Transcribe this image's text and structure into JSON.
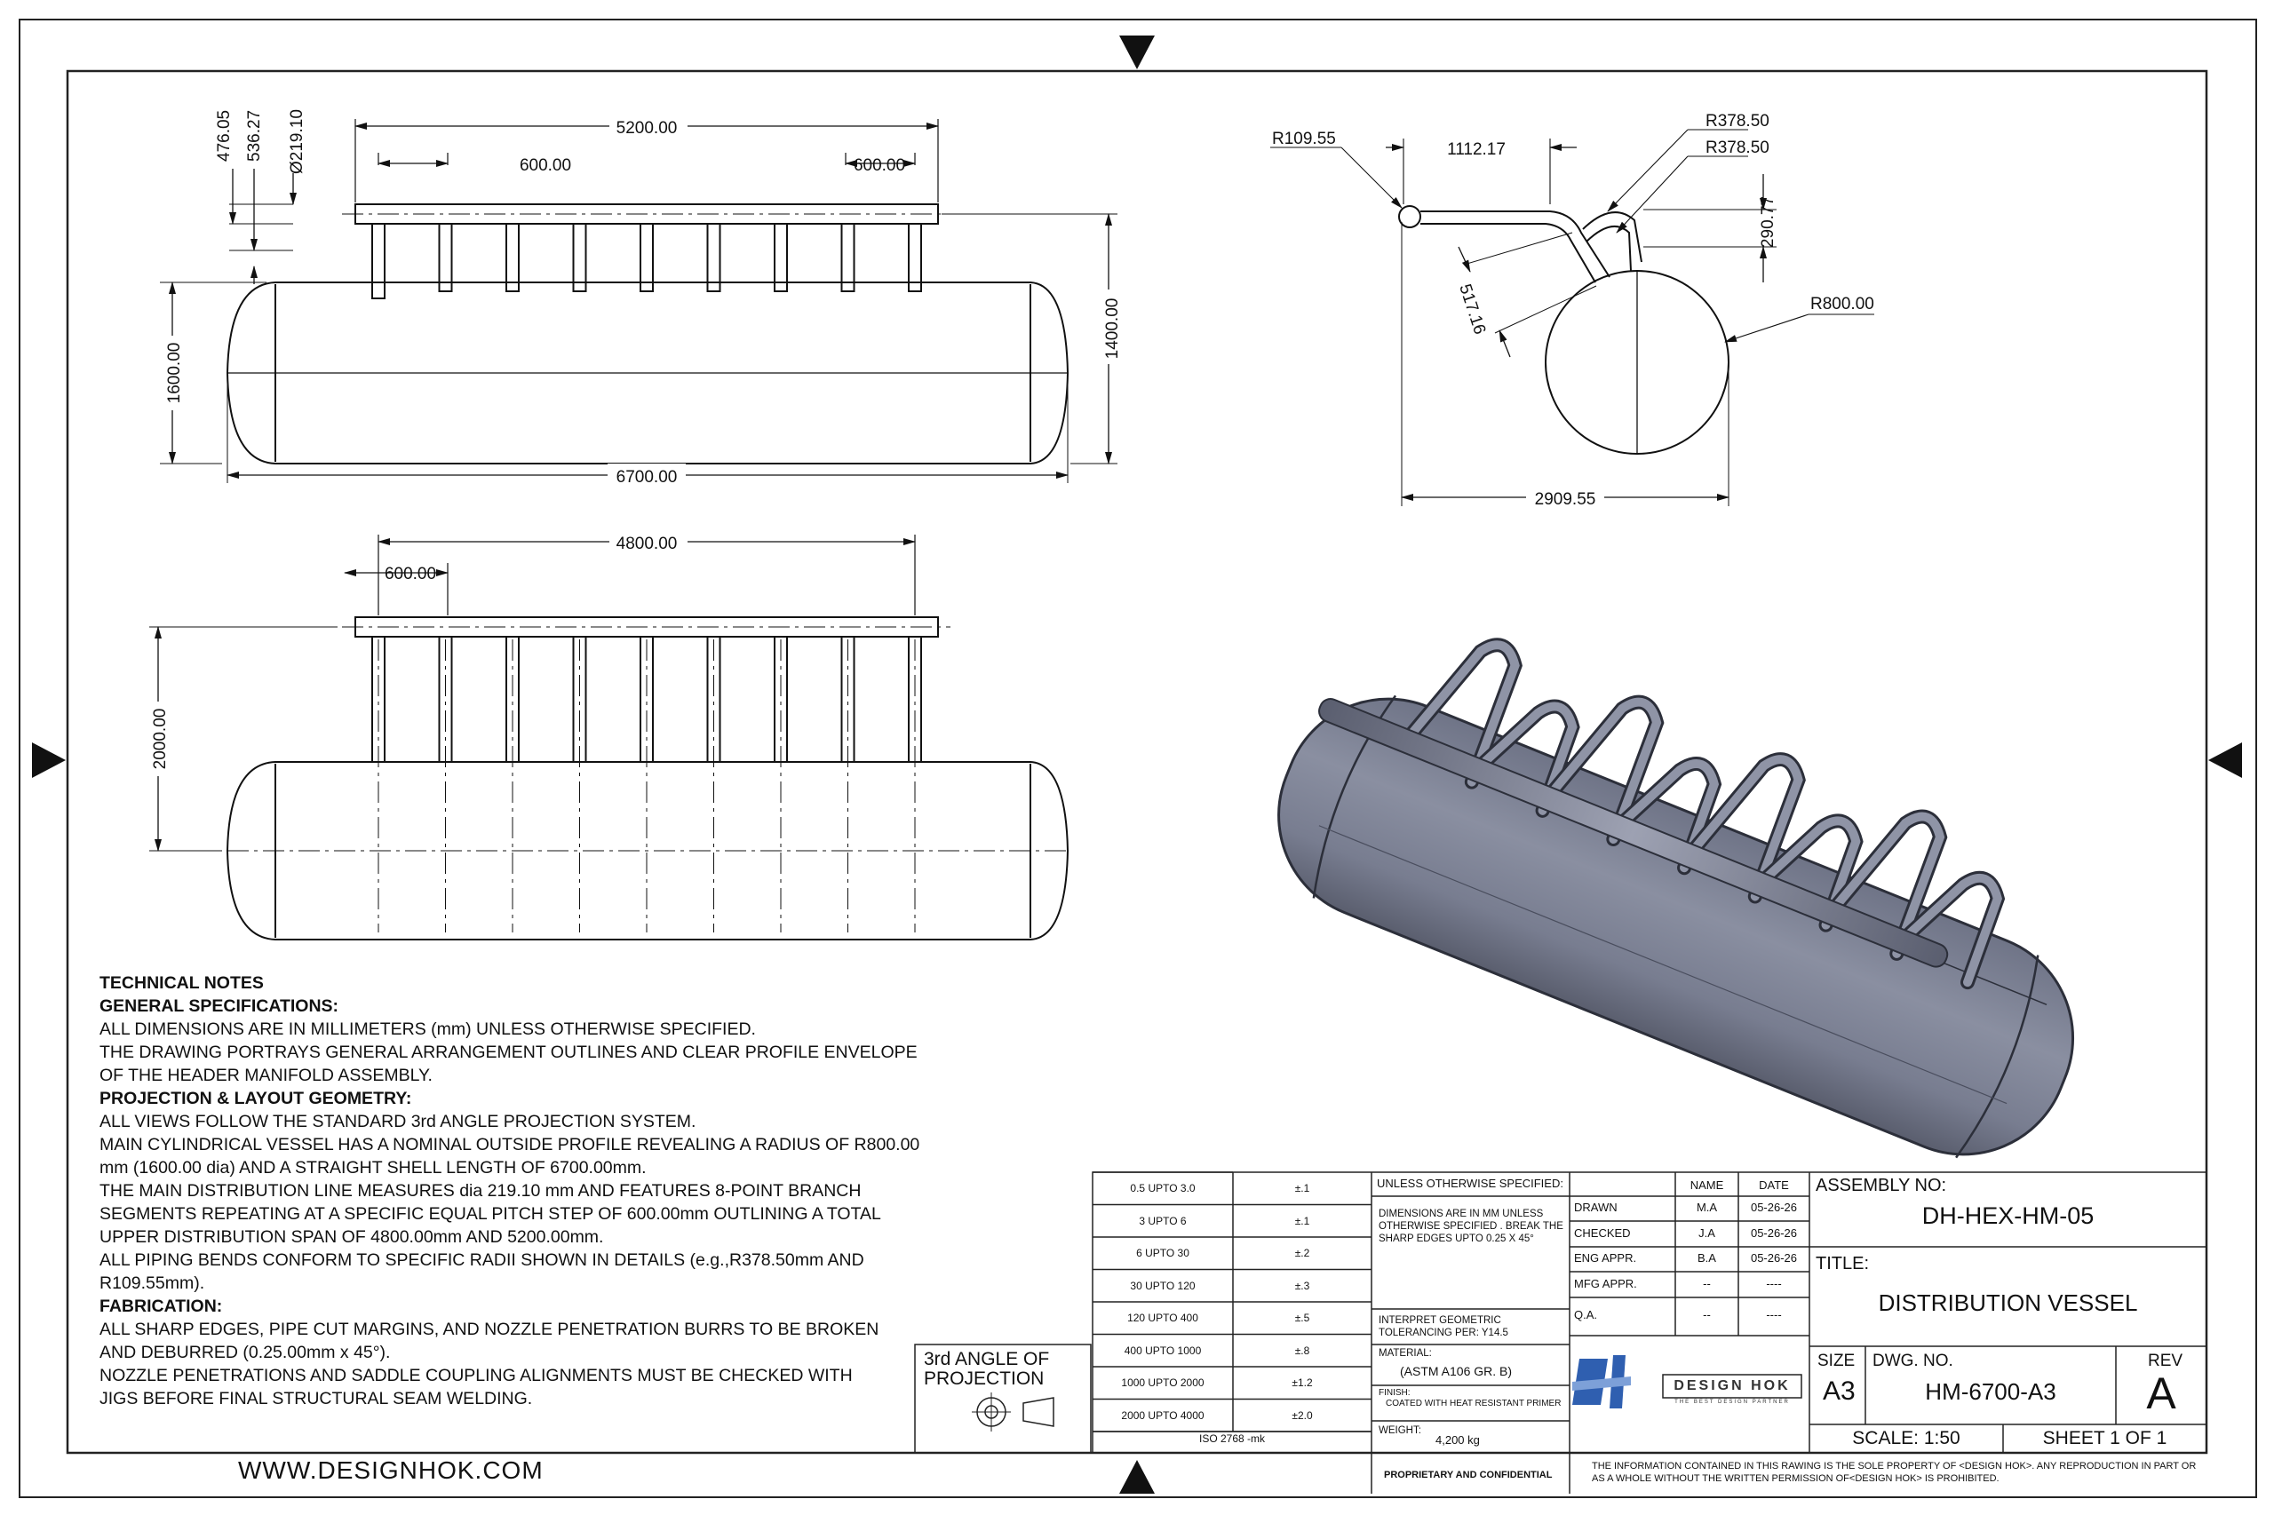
{
  "dimensions": {
    "front": {
      "overall_top": "5200.00",
      "pitch_left": "600.00",
      "pitch_right": "600.00",
      "d1": "476.05",
      "d2": "536.27",
      "pipe_dia": "Ø219.10",
      "height_right": "1400.00",
      "diameter_left": "1600.00",
      "length_bottom": "6700.00"
    },
    "top": {
      "overall_top": "4800.00",
      "pitch": "600.00",
      "height_left": "2000.00"
    },
    "side": {
      "r_small": "R109.55",
      "offset": "1112.17",
      "r_bend_1": "R378.50",
      "r_bend_2": "R378.50",
      "vertical": "290.77",
      "diagonal": "517.16",
      "r_shell": "R800.00",
      "width": "2909.55"
    }
  },
  "notes": {
    "title": "TECHNICAL NOTES",
    "general_heading": "GENERAL SPECIFICATIONS:",
    "general_1": "ALL DIMENSIONS ARE IN MILLIMETERS (mm) UNLESS OTHERWISE SPECIFIED.",
    "general_2": "THE DRAWING PORTRAYS GENERAL ARRANGEMENT OUTLINES AND CLEAR PROFILE ENVELOPE OF THE HEADER MANIFOLD ASSEMBLY.",
    "projection_heading": "PROJECTION & LAYOUT GEOMETRY:",
    "projection_1": "ALL VIEWS FOLLOW THE STANDARD 3rd ANGLE PROJECTION SYSTEM.",
    "projection_2": "MAIN CYLINDRICAL VESSEL HAS A NOMINAL OUTSIDE PROFILE REVEALING A RADIUS OF R800.00 mm (1600.00 dia) AND A STRAIGHT SHELL LENGTH OF 6700.00mm.",
    "projection_3": "THE MAIN DISTRIBUTION LINE MEASURES dia 219.10 mm AND FEATURES 8-POINT BRANCH SEGMENTS REPEATING AT A SPECIFIC EQUAL PITCH STEP OF 600.00mm OUTLINING A TOTAL UPPER DISTRIBUTION SPAN OF 4800.00mm AND 5200.00mm.",
    "projection_4": "ALL PIPING BENDS CONFORM TO SPECIFIC RADII SHOWN IN DETAILS (e.g.,R378.50mm AND R109.55mm).",
    "fabrication_heading": "FABRICATION:",
    "fabrication_1": "ALL SHARP EDGES, PIPE CUT MARGINS, AND NOZZLE PENETRATION BURRS TO BE BROKEN AND DEBURRED (0.25.00mm x 45°).",
    "fabrication_2": "NOZZLE PENETRATIONS AND SADDLE COUPLING ALIGNMENTS MUST BE CHECKED WITH JIGS BEFORE FINAL STRUCTURAL SEAM WELDING."
  },
  "projection_label": "3rd ANGLE OF PROJECTION",
  "tolerances": [
    {
      "range": "0.5 UPTO 3.0",
      "tol": "±.1"
    },
    {
      "range": "3 UPTO 6",
      "tol": "±.1"
    },
    {
      "range": "6 UPTO 30",
      "tol": "±.2"
    },
    {
      "range": "30 UPTO 120",
      "tol": "±.3"
    },
    {
      "range": "120 UPTO 400",
      "tol": "±.5"
    },
    {
      "range": "400 UPTO 1000",
      "tol": "±.8"
    },
    {
      "range": "1000 UPTO 2000",
      "tol": "±1.2"
    },
    {
      "range": "2000 UPTO 4000",
      "tol": "±2.0"
    }
  ],
  "iso": "ISO 2768 -mk",
  "spec": {
    "unless": "UNLESS OTHERWISE SPECIFIED:",
    "dims": "DIMENSIONS ARE IN MM UNLESS OTHERWISE SPECIFIED . BREAK THE SHARP EDGES UPTO 0.25 X 45°",
    "interpret": "INTERPRET GEOMETRIC TOLERANCING PER: Y14.5",
    "material_label": "MATERIAL:",
    "material": "(ASTM A106 GR. B)",
    "finish_label": "FINISH:",
    "finish": "COATED WITH HEAT RESISTANT PRIMER",
    "weight_label": "WEIGHT:",
    "weight": "4,200 kg"
  },
  "approvals": {
    "name_header": "NAME",
    "date_header": "DATE",
    "rows": [
      {
        "role": "DRAWN",
        "name": "M.A",
        "date": "05-26-26"
      },
      {
        "role": "CHECKED",
        "name": "J.A",
        "date": "05-26-26"
      },
      {
        "role": "ENG APPR.",
        "name": "B.A",
        "date": "05-26-26"
      },
      {
        "role": "MFG APPR.",
        "name": "--",
        "date": "----"
      },
      {
        "role": "Q.A.",
        "name": "--",
        "date": "----"
      }
    ]
  },
  "title_block": {
    "assembly_label": "ASSEMBLY NO:",
    "assembly_no": "DH-HEX-HM-05",
    "title_label": "TITLE:",
    "title": "DISTRIBUTION VESSEL",
    "size_label": "SIZE",
    "size": "A3",
    "dwg_label": "DWG.  NO.",
    "dwg_no": "HM-6700-A3",
    "rev_label": "REV",
    "rev": "A",
    "scale": "SCALE: 1:50",
    "sheet": "SHEET 1 OF 1"
  },
  "logo": {
    "name": "DESIGN HOK",
    "tagline": "THE BEST DESIGN PARTNER"
  },
  "footer": {
    "website": "WWW.DESIGNHOK.COM",
    "confidential": "PROPRIETARY AND CONFIDENTIAL",
    "notice": "THE INFORMATION CONTAINED IN THIS RAWING IS THE SOLE PROPERTY OF <DESIGN HOK>.  ANY REPRODUCTION IN PART OR AS A WHOLE WITHOUT THE WRITTEN PERMISSION OF<DESIGN HOK> IS PROHIBITED."
  },
  "colors": {
    "line": "#111111",
    "render_body": "#7d8294",
    "render_dark": "#4e5263"
  }
}
